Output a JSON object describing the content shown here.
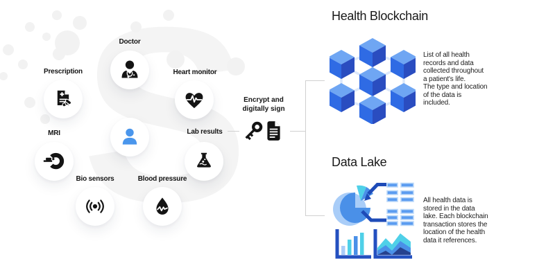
{
  "background": {
    "watermark_letter": "S"
  },
  "sources": {
    "items": [
      {
        "label": "Prescription",
        "icon": "prescription-icon"
      },
      {
        "label": "Doctor",
        "icon": "doctor-icon"
      },
      {
        "label": "Heart monitor",
        "icon": "heart-monitor-icon"
      },
      {
        "label": "MRI",
        "icon": "mri-icon"
      },
      {
        "label": "Lab results",
        "icon": "lab-flask-icon"
      },
      {
        "label": "Bio sensors",
        "icon": "bio-sensors-icon"
      },
      {
        "label": "Blood pressure",
        "icon": "blood-pressure-icon"
      },
      {
        "label": "",
        "icon": "patient-icon"
      }
    ]
  },
  "encrypt_step": {
    "label": "Encrypt and\ndigitally sign",
    "icons": [
      "key-icon",
      "signed-document-icon"
    ]
  },
  "sections": {
    "blockchain": {
      "title": "Health Blockchain",
      "description": "List of all health\nrecords and data\ncollected throughout\na patient's life.\nThe type and location\nof the data is\nincluded.",
      "illustration": "blockchain-cubes"
    },
    "data_lake": {
      "title": "Data Lake",
      "description": "All health data is\nstored in the data\nlake. Each blockchain\ntransaction stores the\nlocation of the health\ndata it references.",
      "illustration": "data-lake-charts"
    }
  },
  "colors": {
    "accent_blue": "#4a96ec",
    "cube_top": "#6FA6F3",
    "cube_left": "#2F6BE4",
    "cube_right": "#2A4DC0",
    "link_line": "#dce8fb",
    "chart_cyan": "#4fd0e8",
    "chart_blue": "#4a90e8",
    "chart_light_blue": "#a9cdf8",
    "chart_dark_blue": "#1e4bb8",
    "icon_black": "#141414",
    "connector_gray": "#d0d0d0"
  }
}
